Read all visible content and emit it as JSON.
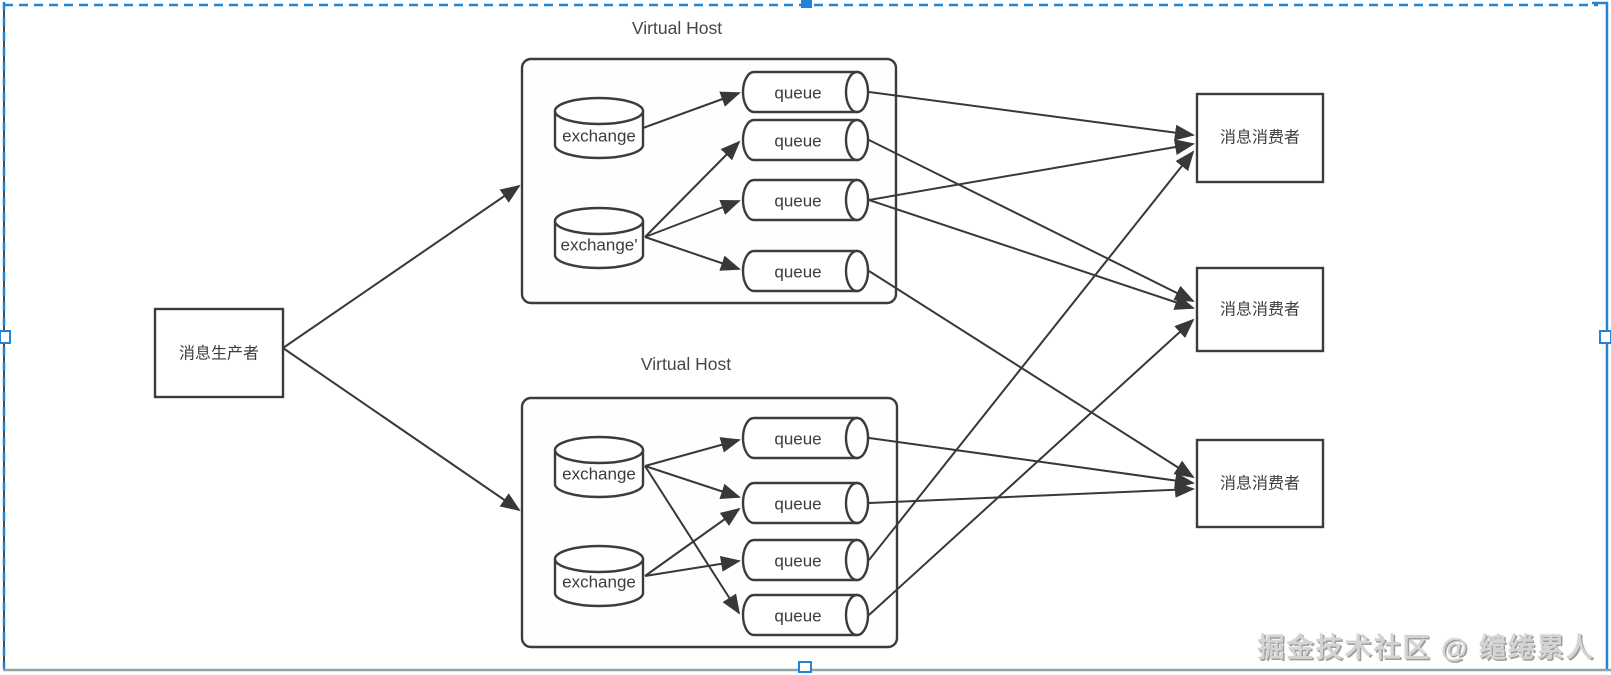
{
  "producer": {
    "label": "消息生产者"
  },
  "virtual_hosts": [
    {
      "title": "Virtual Host",
      "exchanges": [
        "exchange",
        "exchange'"
      ],
      "queues": [
        "queue",
        "queue",
        "queue",
        "queue"
      ]
    },
    {
      "title": "Virtual Host",
      "exchanges": [
        "exchange",
        "exchange"
      ],
      "queues": [
        "queue",
        "queue",
        "queue",
        "queue"
      ]
    }
  ],
  "consumers": [
    "消息消费者",
    "消息消费者",
    "消息消费者"
  ],
  "watermark": "掘金技术社区 @ 缱绻累人",
  "colors": {
    "shape_stroke": "#3c3c3c",
    "selection_blue": "#2383d6",
    "bottom_edge_gray": "#93a1a8"
  }
}
